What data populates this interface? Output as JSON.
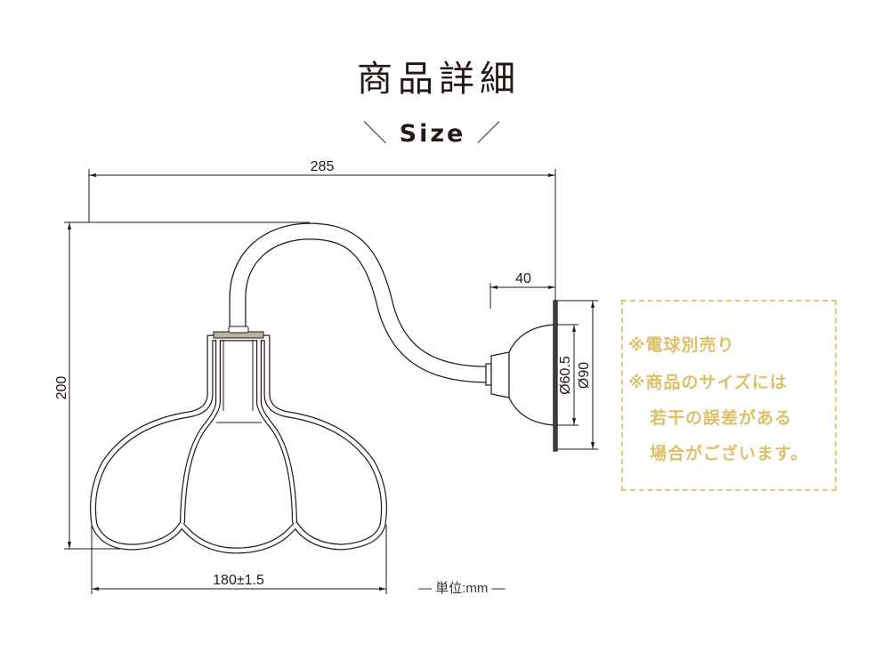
{
  "title": "商品詳細",
  "subtitle": {
    "left": "＼",
    "text": "Size",
    "right": "／"
  },
  "dimensions": {
    "width_total": "285",
    "height_total": "200",
    "shade_diameter": "180±1.5",
    "base_depth": "40",
    "base_inner_diameter": "Ø60.5",
    "base_outer_diameter": "Ø90"
  },
  "notes": [
    "※電球別売り",
    "※商品のサイズには",
    "若干の誤差がある",
    "場合がございます。"
  ],
  "unit": "— 単位:mm —",
  "colors": {
    "line": "#231815",
    "note": "#dcc06a"
  }
}
